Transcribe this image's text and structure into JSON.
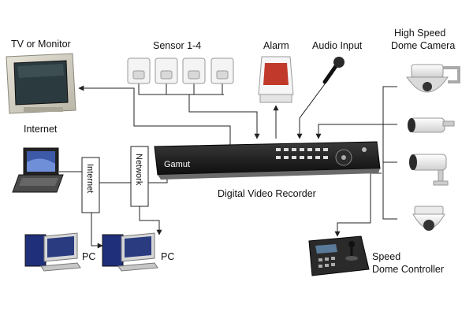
{
  "labels": {
    "tv": "TV or Monitor",
    "sensors": "Sensor 1-4",
    "alarm": "Alarm",
    "audio": "Audio Input",
    "dome_line1": "High Speed",
    "dome_line2": "Dome Camera",
    "internet_top": "Internet",
    "internet_vertical": "Internet",
    "network_vertical": "Network",
    "dvr": "Digital Video Recorder",
    "dvr_brand": "Gamut",
    "pc1": "PC",
    "pc2": "PC",
    "controller_line1": "Speed",
    "controller_line2": "Dome Controller"
  },
  "colors": {
    "wire": "#222222",
    "device_dark": "#1c1c1c",
    "monitor_beige": "#d8d5c8",
    "camera_white": "#f0f0f0",
    "alarm_red": "#c0392b"
  }
}
